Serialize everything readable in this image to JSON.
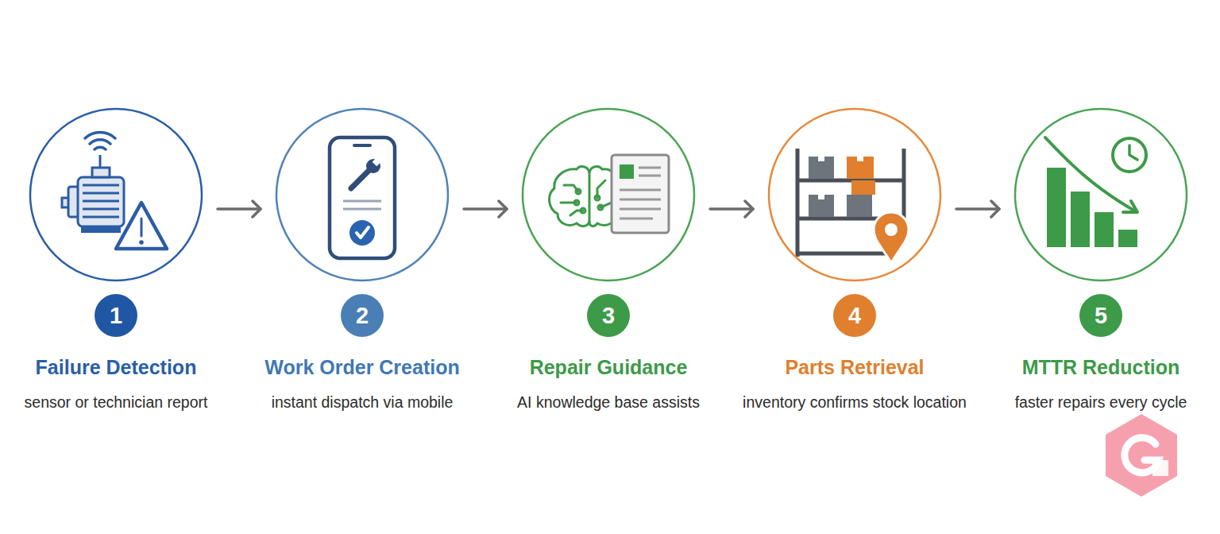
{
  "diagram": {
    "nodes": [
      {
        "text": [
          "1",
          "Failure Detection",
          "sensor or technician report"
        ]
      },
      {
        "text": [
          "2",
          "Work Order Creation",
          "instant dispatch via mobile"
        ]
      },
      {
        "text": [
          "3",
          "Repair Guidance",
          "AI knowledge base assists"
        ]
      },
      {
        "text": [
          "4",
          "Parts Retrieval",
          "inventory confirms stock location"
        ]
      },
      {
        "text": [
          "5",
          "MTTR Reduction",
          "faster repairs every cycle"
        ]
      }
    ],
    "edges": [
      {
        "from": 0,
        "to": 1,
        "arrow": "to"
      },
      {
        "from": 1,
        "to": 2,
        "arrow": "to"
      },
      {
        "from": 2,
        "to": 3,
        "arrow": "to"
      },
      {
        "from": 3,
        "to": 4,
        "arrow": "to"
      }
    ]
  }
}
